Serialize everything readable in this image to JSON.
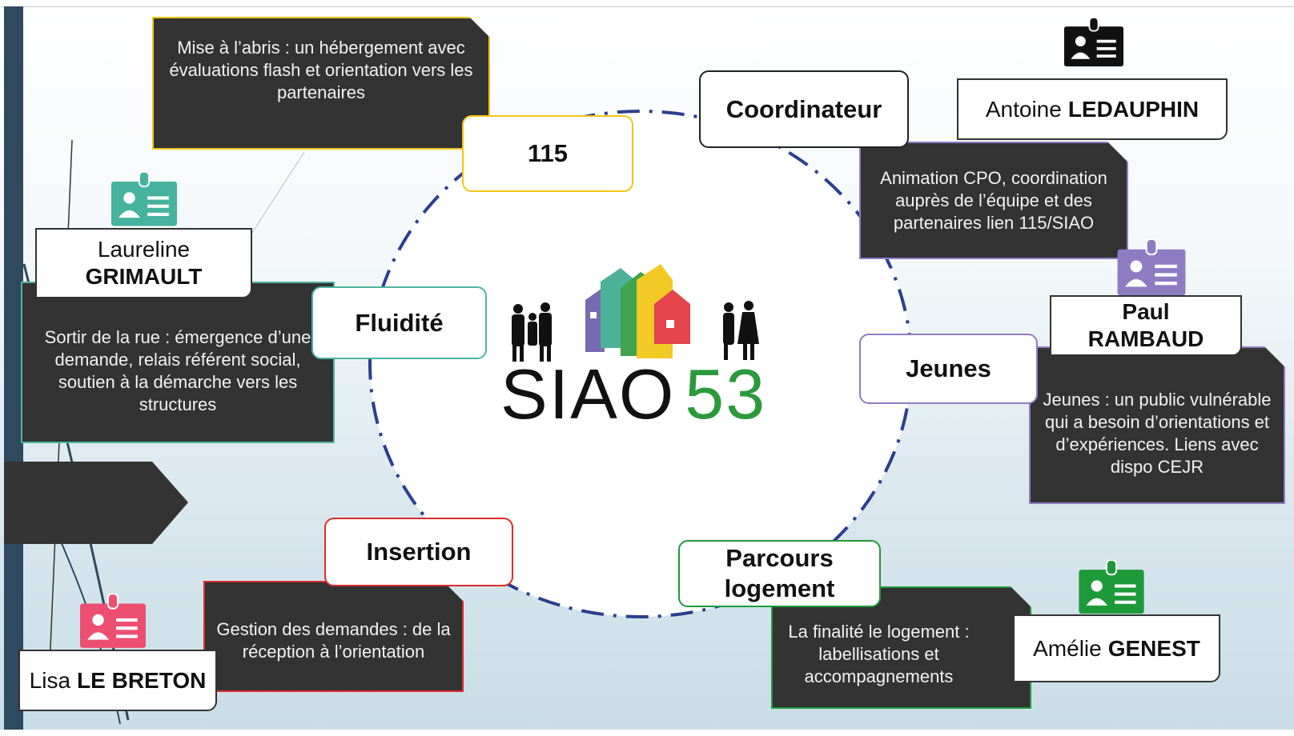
{
  "logo": {
    "text": "SIAO",
    "number": "53"
  },
  "nodes": {
    "n115": {
      "label": "115",
      "description": "Mise à l’abris : un hébergement avec évaluations flash et orientation vers les partenaires"
    },
    "coordinateur": {
      "label": "Coordinateur",
      "description": "Animation CPO, coordination auprès de l’équipe et des partenaires lien 115/SIAO",
      "person_first": "Antoine",
      "person_last": "LEDAUPHIN"
    },
    "fluidite": {
      "label": "Fluidité",
      "description": "Sortir de la rue : émergence d’une demande, relais référent social, soutien à la démarche vers les structures",
      "person_first": "Laureline",
      "person_last": "GRIMAULT"
    },
    "jeunes": {
      "label": "Jeunes",
      "description": "Jeunes : un public vulnérable qui a besoin d’orientations et d’expériences. Liens avec dispo CEJR",
      "person_first": "Paul",
      "person_last": "RAMBAUD"
    },
    "insertion": {
      "label": "Insertion",
      "description": "Gestion des demandes : de la réception à l’orientation",
      "person_first": "Lisa",
      "person_last": "LE BRETON"
    },
    "parcours": {
      "label": "Parcours logement",
      "description": "La finalité le logement : labellisations et accompagnements",
      "person_first": "Amélie",
      "person_last": "GENEST"
    }
  },
  "colors": {
    "n115": "#f0c419",
    "coordinateur": "#222222",
    "fluidite": "#4cb5a0",
    "jeunes": "#8e7cc3",
    "insertion": "#e02b2b",
    "parcours": "#1f9a3a",
    "badge_black": "#111111",
    "badge_teal": "#45b39d",
    "badge_purple": "#8e7cc3",
    "badge_pink": "#ec4f72",
    "badge_green": "#1f9a3a",
    "circle": "#2a3f8f"
  }
}
